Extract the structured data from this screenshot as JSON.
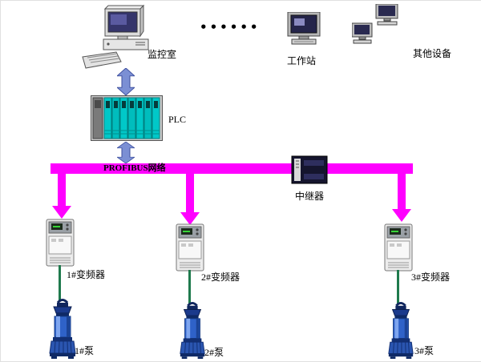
{
  "labels": {
    "monitor_room": "监控室",
    "dots": "••••••",
    "workstation": "工作站",
    "other_devices": "其他设备",
    "plc": "PLC",
    "bus": "PROFIBUS网络",
    "repeater": "中继器"
  },
  "vfds": [
    {
      "label": "1#变频器"
    },
    {
      "label": "2#变频器"
    },
    {
      "label": "3#变频器"
    }
  ],
  "pumps": [
    {
      "label": "1#泵"
    },
    {
      "label": "2#泵"
    },
    {
      "label": "3#泵"
    }
  ],
  "colors": {
    "bus": "#ff00ff",
    "down_arrow": "#ff00ff",
    "link_arrow_blue": "#7b8fd4",
    "link_line_green": "#1f7a4d",
    "plc_module_teal": "#00c8c8",
    "pump_blue": "#2f62c8"
  }
}
